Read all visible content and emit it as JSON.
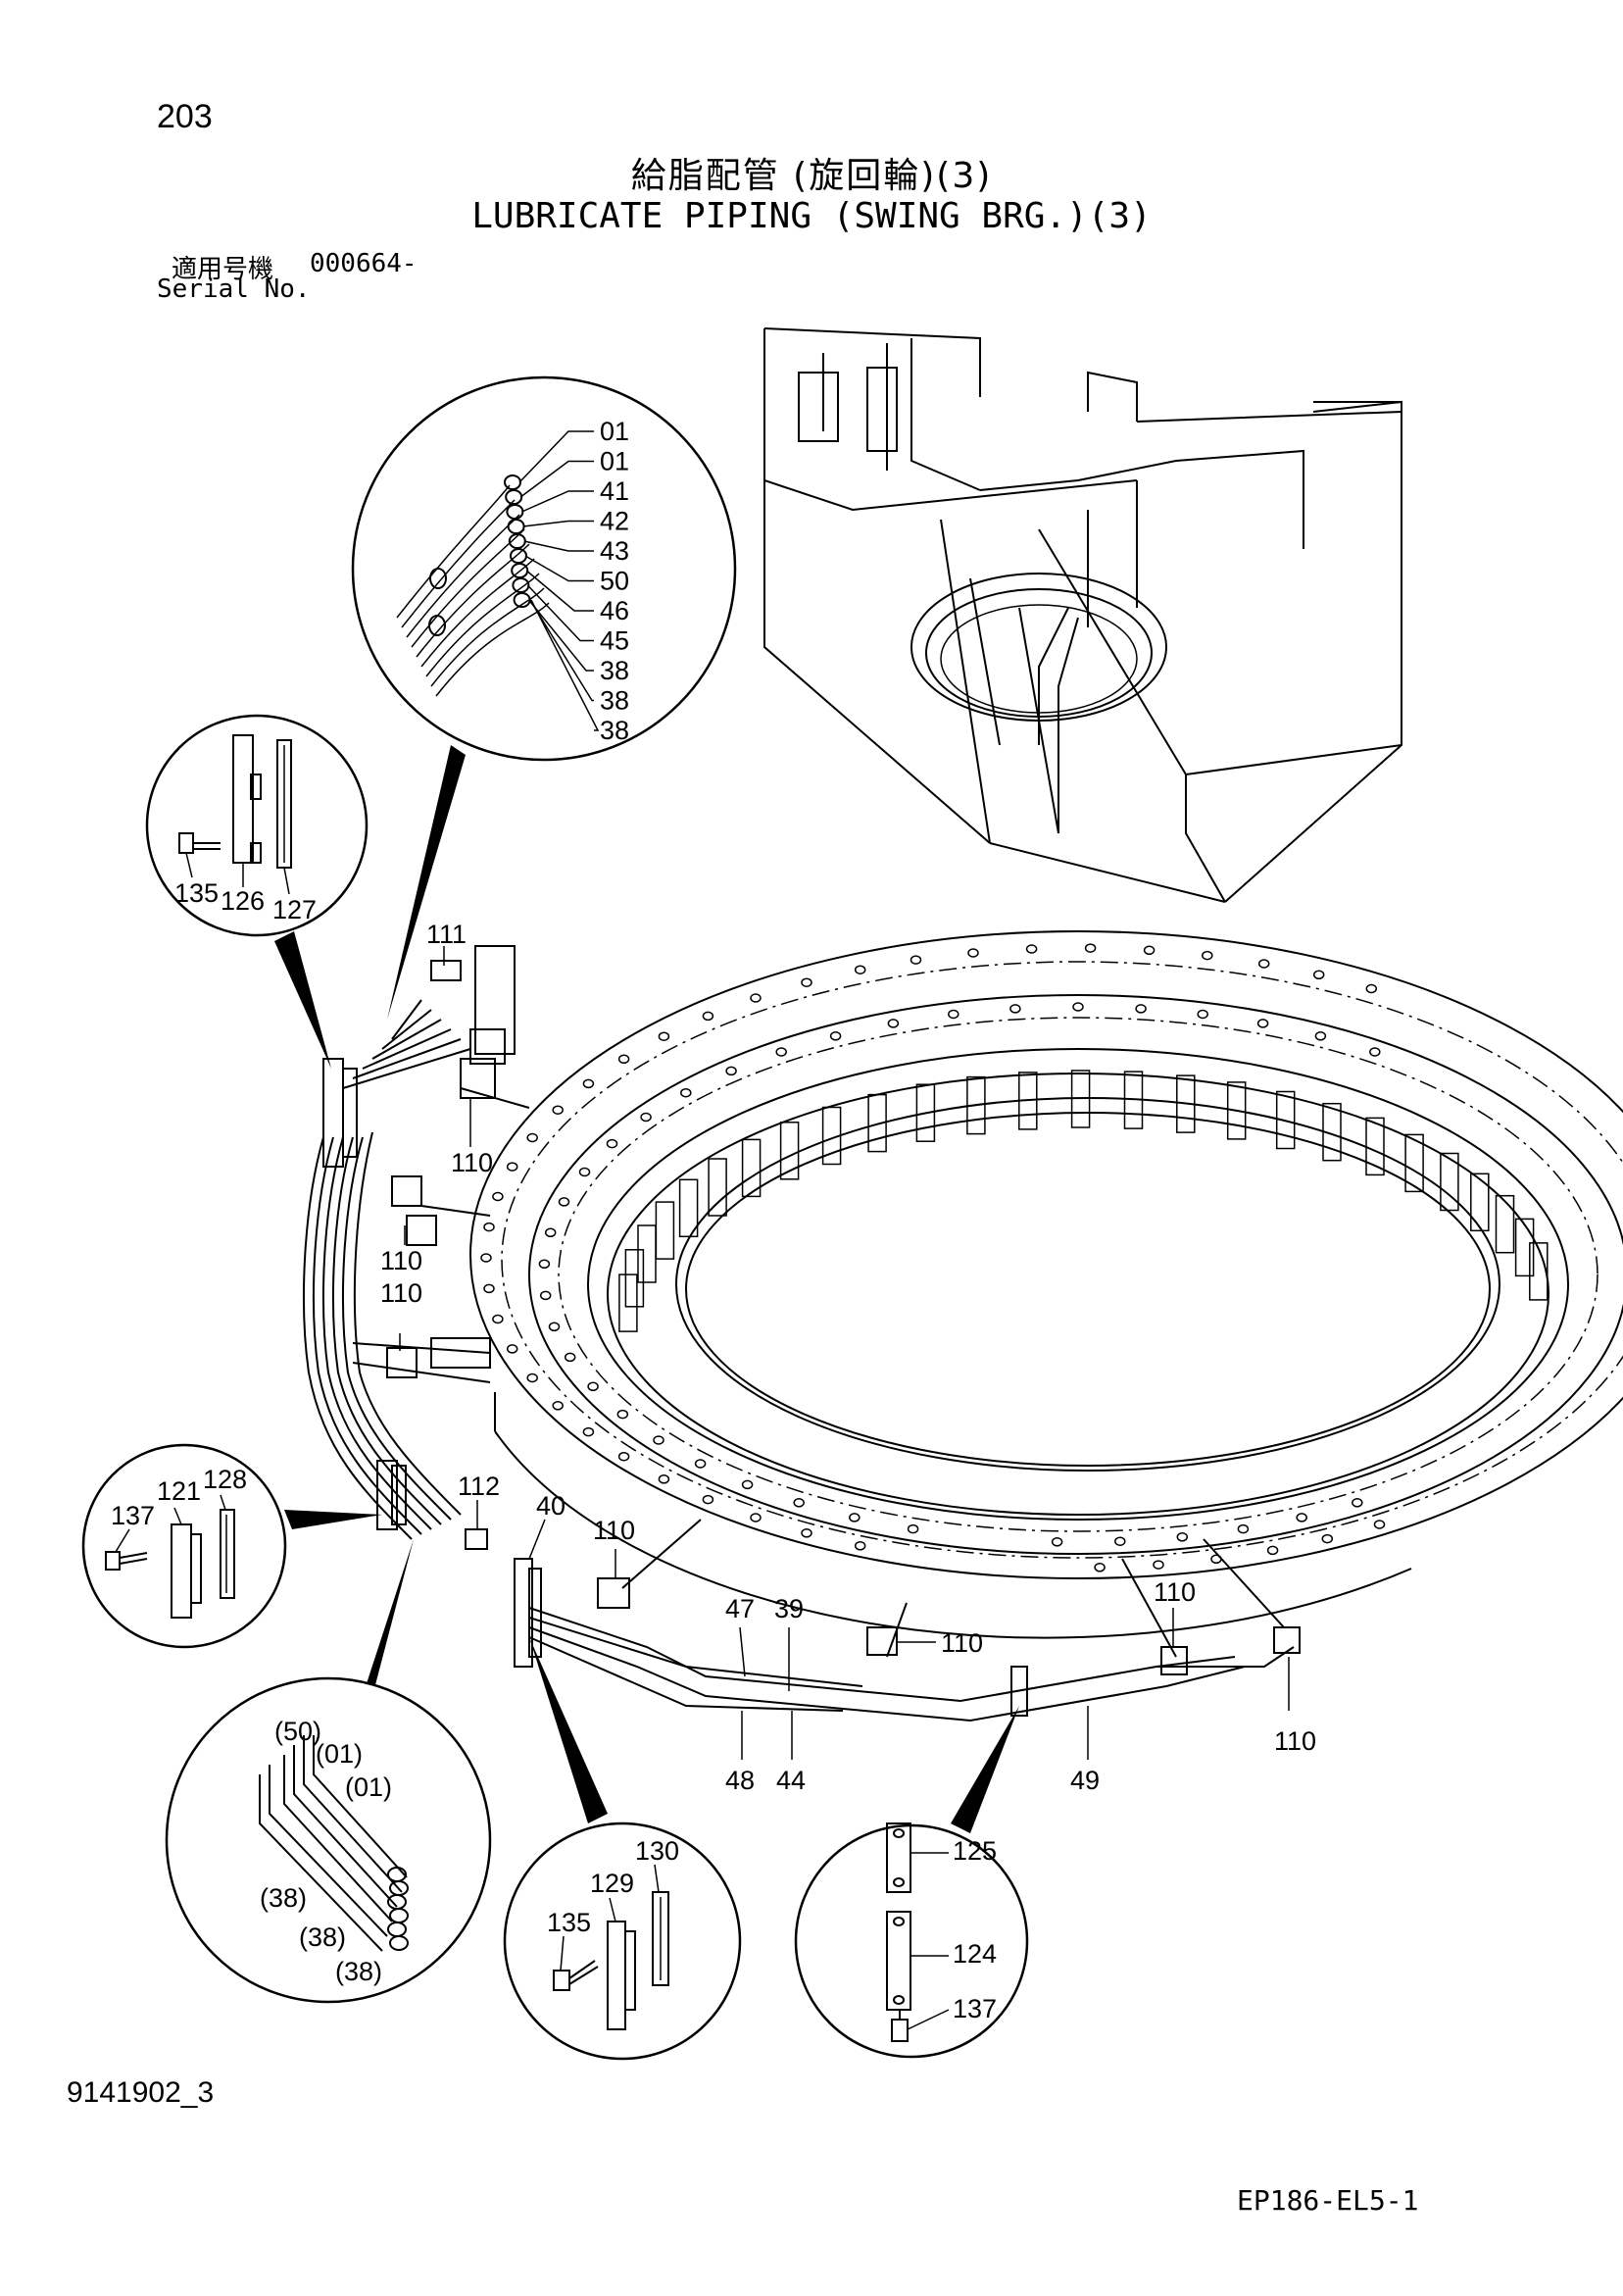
{
  "header": {
    "page_number": "203",
    "title_jp": "給脂配管 (旋回輪)(3)",
    "title_en": "LUBRICATE PIPING (SWING BRG.)(3)",
    "serial_label_jp": "適用号機",
    "serial_value": "000664-",
    "serial_label_en": "Serial No."
  },
  "footer": {
    "drawing_number": "9141902_3",
    "sheet_code": "EP186-EL5-1"
  },
  "callouts": {
    "detail_top": [
      "01",
      "01",
      "41",
      "42",
      "43",
      "50",
      "46",
      "45",
      "38",
      "38",
      "38"
    ],
    "clip_upper": [
      "135",
      "126",
      "127"
    ],
    "clip_left": [
      "137",
      "121",
      "128"
    ],
    "pipe_bundle": [
      "(50)",
      "(01)",
      "(01)",
      "(38)",
      "(38)",
      "(38)"
    ],
    "clip_bottom": [
      "130",
      "129",
      "135"
    ],
    "clamp_bottom": [
      "125",
      "124",
      "137"
    ],
    "main": {
      "fitting_111": "111",
      "fitting_110_a": "110",
      "fitting_110_b": "110",
      "fitting_110_c": "110",
      "fitting_112": "112",
      "block_40": "40",
      "fitting_110_d": "110",
      "pipe_47": "47",
      "pipe_39": "39",
      "fitting_110_e": "110",
      "fitting_110_f": "110",
      "fitting_110_g": "110",
      "pipe_48": "48",
      "pipe_44": "44",
      "pipe_49": "49"
    }
  }
}
